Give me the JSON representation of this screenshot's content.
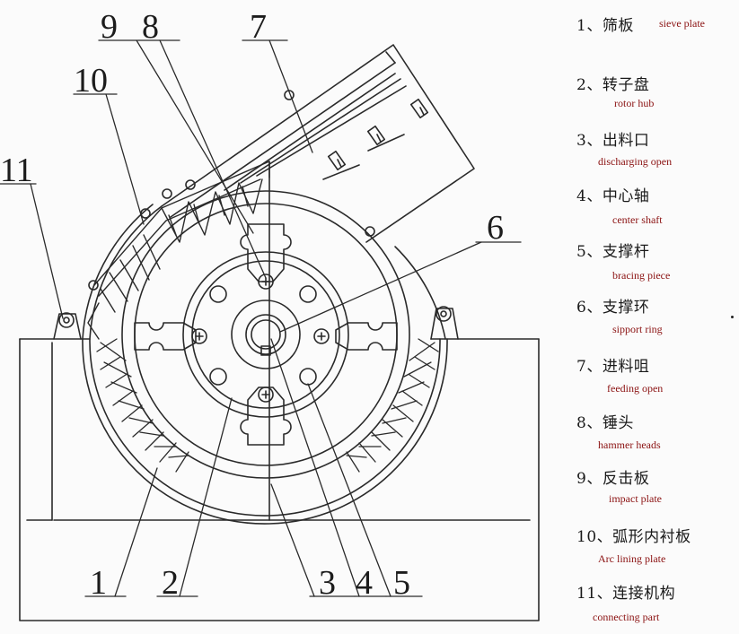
{
  "callouts": [
    "1",
    "2",
    "3",
    "4",
    "5",
    "6",
    "7",
    "8",
    "9",
    "10",
    "11"
  ],
  "legend": [
    {
      "cn": "1、筛板",
      "en": "sieve plate"
    },
    {
      "cn": "2、转子盘",
      "en": "rotor hub"
    },
    {
      "cn": "3、出料口",
      "en": "discharging open"
    },
    {
      "cn": "4、中心轴",
      "en": "center shaft"
    },
    {
      "cn": "5、支撑杆",
      "en": "bracing piece"
    },
    {
      "cn": "6、支撑环",
      "en": "sipport ring"
    },
    {
      "cn": "7、进料咀",
      "en": "feeding open"
    },
    {
      "cn": "8、锤头",
      "en": "hammer heads"
    },
    {
      "cn": "9、反击板",
      "en": "impact plate"
    },
    {
      "cn": "10、弧形内衬板",
      "en": "Arc lining plate"
    },
    {
      "cn": "11、连接机构",
      "en": "connecting part"
    }
  ],
  "colors": {
    "line": "#2a2a2a",
    "legend_en": "#8b1212",
    "background": "#fbfbfb"
  }
}
